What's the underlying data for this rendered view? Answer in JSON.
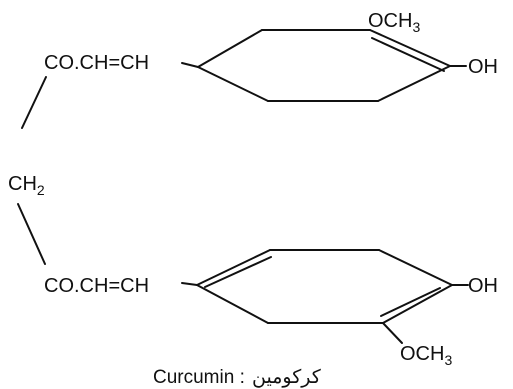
{
  "structure": {
    "top_linker": "CO.CH=CH",
    "bottom_linker": "CO.CH=CH",
    "ch2": "CH",
    "ch2_subscript": "2",
    "methoxy_main": "OCH",
    "methoxy_subscript": "3",
    "hydroxyl": "OH"
  },
  "caption": {
    "latin": "Curcumin :",
    "urdu": "کرکومین"
  }
}
